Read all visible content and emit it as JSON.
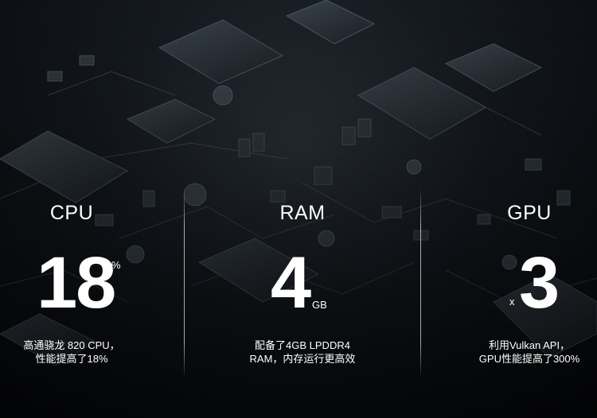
{
  "features": [
    {
      "name": "CPU",
      "value": "18",
      "unit": "%",
      "desc_line1": "高通骁龙 820 CPU，",
      "desc_line2": "性能提高了18%"
    },
    {
      "name": "RAM",
      "value": "4",
      "unit": "GB",
      "desc_line1": "配备了4GB LPDDR4",
      "desc_line2": "RAM，内存运行更高效"
    },
    {
      "name": "GPU",
      "value": "3",
      "unit": "x",
      "desc_line1": "利用Vulkan API，",
      "desc_line2": "GPU性能提高了300%"
    }
  ],
  "colors": {
    "text": "#ffffff",
    "background": "#0b0f14",
    "divider": "#dce1e6"
  }
}
